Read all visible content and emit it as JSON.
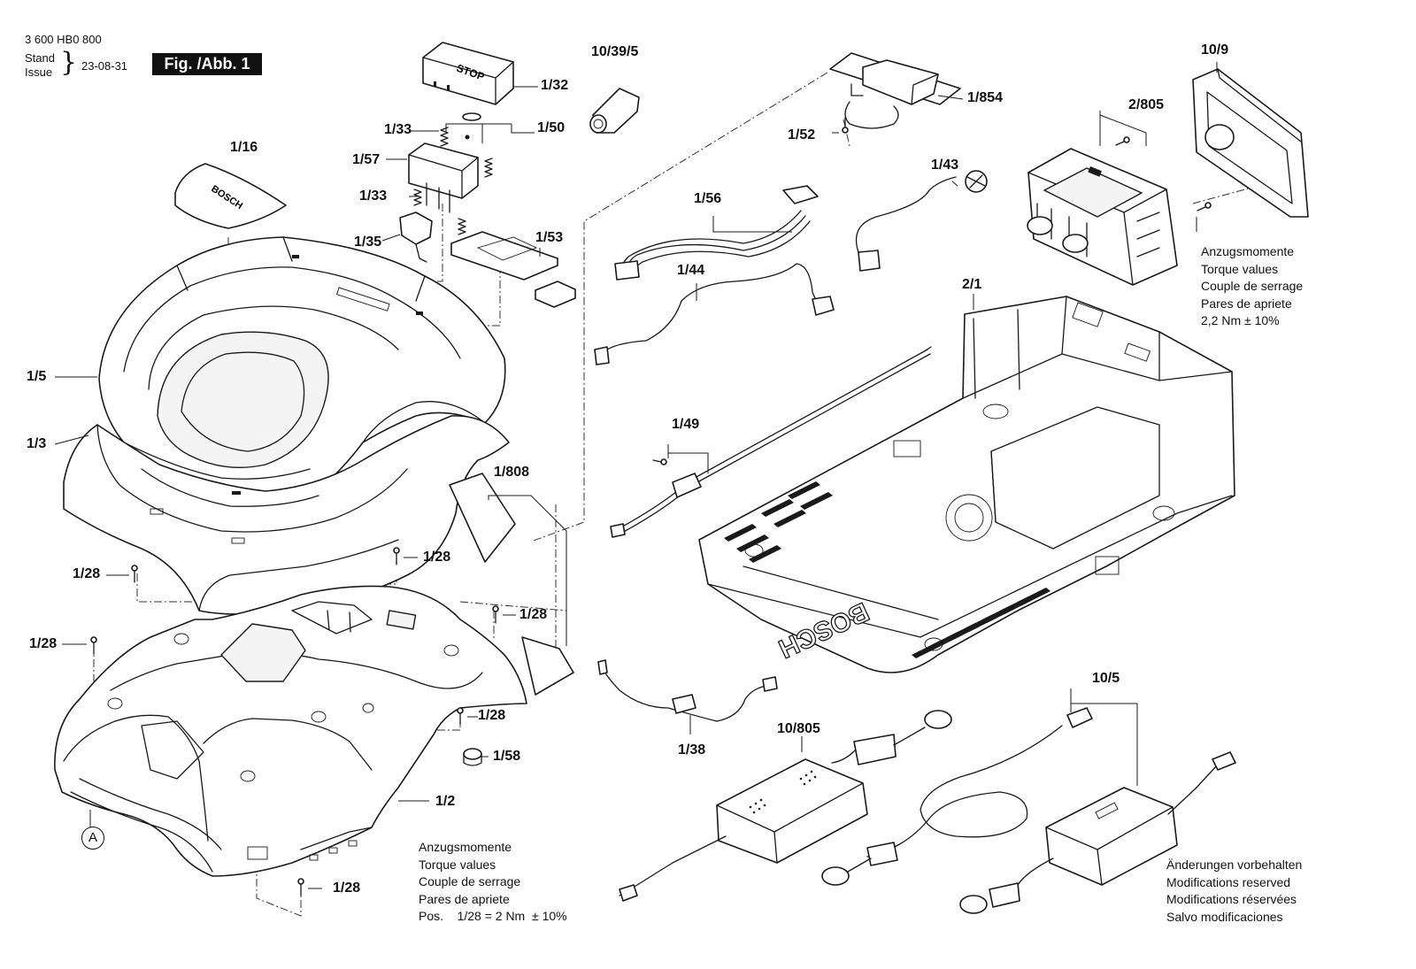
{
  "header": {
    "part_number": "3 600 HB0 800",
    "stand_label": "Stand",
    "issue_label": "Issue",
    "date": "23-08-31",
    "figure": "Fig. /Abb. 1"
  },
  "labels": {
    "p1_32": "1/32",
    "p10_39_5": "10/39/5",
    "p1_33a": "1/33",
    "p1_50": "1/50",
    "p1_57": "1/57",
    "p1_33b": "1/33",
    "p1_16": "1/16",
    "p1_35": "1/35",
    "p1_53": "1/53",
    "p1_5": "1/5",
    "p1_3": "1/3",
    "p1_808": "1/808",
    "p1_28a": "1/28",
    "p1_28b": "1/28",
    "p1_28c": "1/28",
    "p1_28d": "1/28",
    "p1_28e": "1/28",
    "p1_28f": "1/28",
    "p1_58": "1/58",
    "p1_2": "1/2",
    "p1_854": "1/854",
    "p1_52": "1/52",
    "p1_56": "1/56",
    "p1_43": "1/43",
    "p1_44": "1/44",
    "p1_49": "1/49",
    "p1_38": "1/38",
    "p2_1": "2/1",
    "p10_9": "10/9",
    "p2_805": "2/805",
    "p10_805": "10/805",
    "p10_5": "10/5",
    "circle_a": "A"
  },
  "torque_note_right": {
    "line1": "Anzugsmomente",
    "line2": "Torque values",
    "line3": "Couple de serrage",
    "line4": "Pares de apriete",
    "line5": "2,2 Nm  ± 10%"
  },
  "torque_note_bottom": {
    "line1": "Anzugsmomente",
    "line2": "Torque values",
    "line3": "Couple de serrage",
    "line4": "Pares de apriete",
    "line5": "Pos.    1/28 = 2 Nm  ± 10%"
  },
  "modifications_note": {
    "line1": "Änderungen vorbehalten",
    "line2": "Modifications reserved",
    "line3": "Modifications réservées",
    "line4": "Salvo modificaciones"
  },
  "part_texts": {
    "stop_text": "STOP",
    "bosch_text": "BOSCH"
  }
}
